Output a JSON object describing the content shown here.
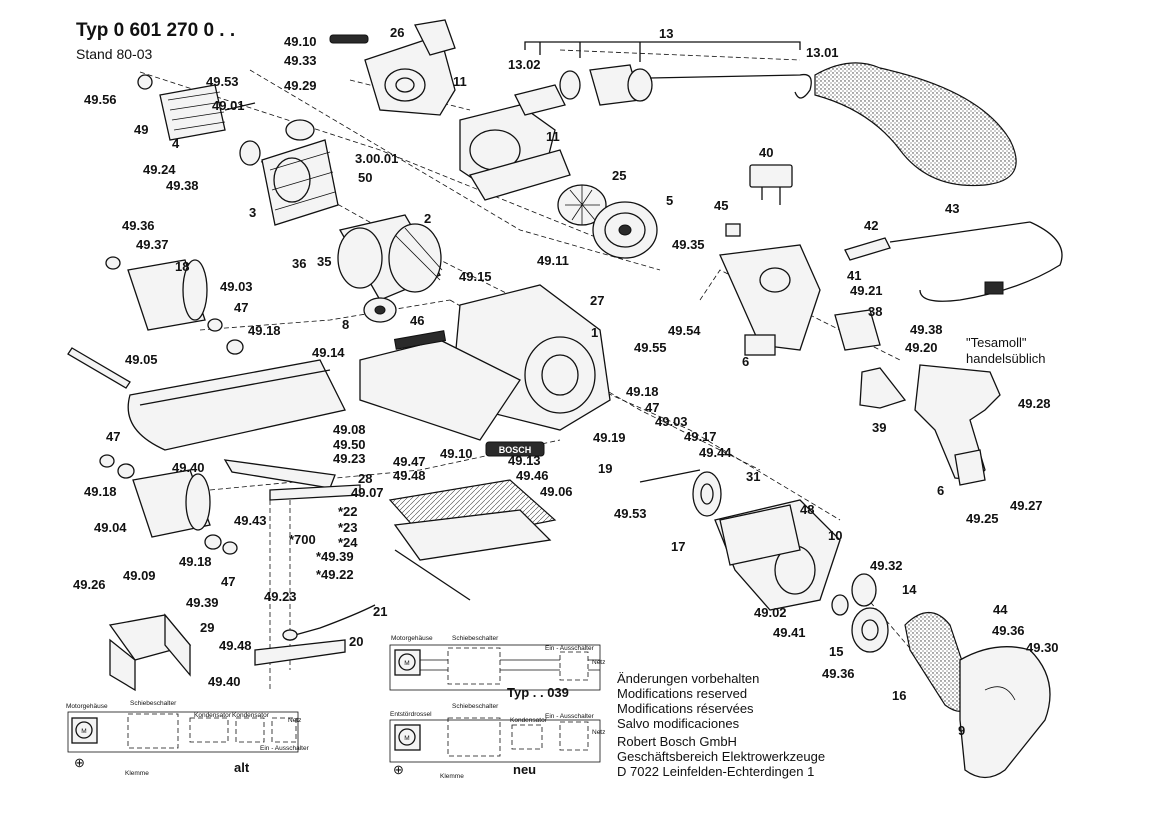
{
  "header": {
    "type_line": "Typ  0 601 270 0 . .",
    "stand_line": "Stand  80-03"
  },
  "labels": {
    "l_49_10_top": "49.10",
    "l_26": "26",
    "l_49_33": "49.33",
    "l_11a": "11",
    "l_49_29": "49.29",
    "l_13": "13",
    "l_13_02": "13.02",
    "l_13_01": "13.01",
    "l_49_56": "49.56",
    "l_49_53a": "49.53",
    "l_49_01": "49.01",
    "l_49": "49",
    "l_4": "4",
    "l_11b": "11",
    "l_3_00_01": "3.00.01",
    "l_50": "50",
    "l_49_24": "49.24",
    "l_49_38a": "49.38",
    "l_3": "3",
    "l_2": "2",
    "l_25": "25",
    "l_5": "5",
    "l_40": "40",
    "l_45": "45",
    "l_49_35": "49.35",
    "l_42": "42",
    "l_43": "43",
    "l_49_36a": "49.36",
    "l_49_37": "49.37",
    "l_18a": "18",
    "l_36": "36",
    "l_35": "35",
    "l_49_11": "49.11",
    "l_49_15": "49.15",
    "l_41": "41",
    "l_49_21": "49.21",
    "l_49_03a": "49.03",
    "l_47a": "47",
    "l_27": "27",
    "l_8": "8",
    "l_46": "46",
    "l_1": "1",
    "l_49_54": "49.54",
    "l_49_55": "49.55",
    "l_49_18a": "49.18",
    "l_38": "38",
    "l_49_38b": "49.38",
    "l_49_20": "49.20",
    "l_49_05": "49.05",
    "l_49_14": "49.14",
    "l_6a": "6",
    "l_tesamoll": "\"Tesamoll\"",
    "l_handels": "handelsüblich",
    "l_49_18b": "49.18",
    "l_47b": "47",
    "l_49_03b": "49.03",
    "l_49_17": "49.17",
    "l_39a": "39",
    "l_49_28": "49.28",
    "l_49_08": "49.08",
    "l_49_50": "49.50",
    "l_49_23a": "49.23",
    "l_49_47": "49.47",
    "l_49_48a": "49.48",
    "l_47c": "47",
    "l_49_40a": "49.40",
    "l_49_10b": "49.10",
    "l_49_19": "49.19",
    "l_49_44": "49.44",
    "l_49_13": "49.13",
    "l_49_46": "49.46",
    "l_19": "19",
    "l_49_18c": "49.18",
    "l_28": "28",
    "l_49_07": "49.07",
    "l_49_06": "49.06",
    "l_31": "31",
    "l_6b": "6",
    "l_49_04": "49.04",
    "l_49_43": "49.43",
    "l_22": "*22",
    "l_23": "*23",
    "l_24": "*24",
    "l_49_53b": "49.53",
    "l_48": "48",
    "l_49_25": "49.25",
    "l_49_27": "49.27",
    "l_700": "*700",
    "l_49_39a": "*49.39",
    "l_49_22": "*49.22",
    "l_10": "10",
    "l_17": "17",
    "l_49_18d": "49.18",
    "l_47d": "47",
    "l_49_32": "49.32",
    "l_49_26": "49.26",
    "l_49_09": "49.09",
    "l_49_39b": "49.39",
    "l_14": "14",
    "l_29": "29",
    "l_49_23b": "49.23",
    "l_21": "21",
    "l_49_02": "49.02",
    "l_44": "44",
    "l_49_41": "49.41",
    "l_49_36b": "49.36",
    "l_49_30": "49.30",
    "l_49_48b": "49.48",
    "l_20": "20",
    "l_15": "15",
    "l_49_36c": "49.36",
    "l_16": "16",
    "l_49_40b": "49.40",
    "l_9": "9"
  },
  "schematics": {
    "s039": {
      "motor": "Motorgehäuse",
      "switch": "Schiebeschalter",
      "onoff": "Ein - Ausschalter",
      "net": "Netz",
      "m": "M",
      "caption": "Typ . . 039"
    },
    "salt": {
      "motor": "Motorgehäuse",
      "switch": "Schiebeschalter",
      "cap1": "Kondensator",
      "cap2": "Kondensator",
      "onoff": "Ein - Ausschalter",
      "net": "Netz",
      "clamp": "Klemme",
      "m": "M",
      "caption": "alt"
    },
    "sneu": {
      "motor": "Entstördrossel",
      "switch": "Schiebeschalter",
      "cap1": "Kondensator",
      "onoff": "Ein - Ausschalter",
      "net": "Netz",
      "clamp": "Klemme",
      "m": "M",
      "caption": "neu"
    }
  },
  "notes": {
    "line1": "Änderungen vorbehalten",
    "line2": "Modifications reserved",
    "line3": "Modifications réservées",
    "line4": "Salvo modificaciones",
    "company1": "Robert Bosch GmbH",
    "company2": "Geschäftsbereich Elektrowerkzeuge",
    "company3": "D 7022 Leinfelden-Echterdingen 1"
  },
  "branding": {
    "nameplate": "BOSCH"
  }
}
